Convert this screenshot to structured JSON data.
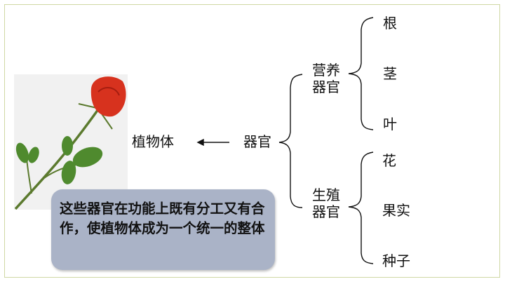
{
  "diagram": {
    "whole": "植物体",
    "organs": "器官",
    "groups": [
      {
        "label": "营养器官",
        "items": [
          "根",
          "茎",
          "叶"
        ]
      },
      {
        "label": "生殖器官",
        "items": [
          "花",
          "果实",
          "种子"
        ]
      }
    ]
  },
  "callout": {
    "text": "这些器官在功能上既有分工又有合作，使植物体成为一个统一的整体"
  },
  "colors": {
    "callout_bg": "#aab3c7",
    "frame": "#cfd7a4",
    "rose": "#d7321e",
    "leaf": "#4f8a2e"
  }
}
